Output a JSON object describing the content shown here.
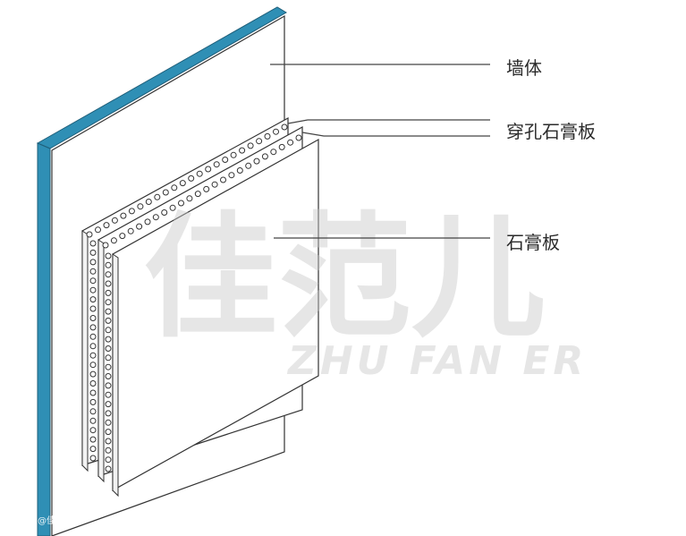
{
  "labels": {
    "wall": "墙体",
    "perforated_board": "穿孔石膏板",
    "gypsum_board": "石膏板"
  },
  "watermark": {
    "logo": "佳范儿",
    "text": "ZHU FAN ER"
  },
  "credit": "@大眼@佳范儿",
  "colors": {
    "wall_edge": "#2f8fb5",
    "line": "#333333",
    "watermark": "#c8c8c8"
  }
}
